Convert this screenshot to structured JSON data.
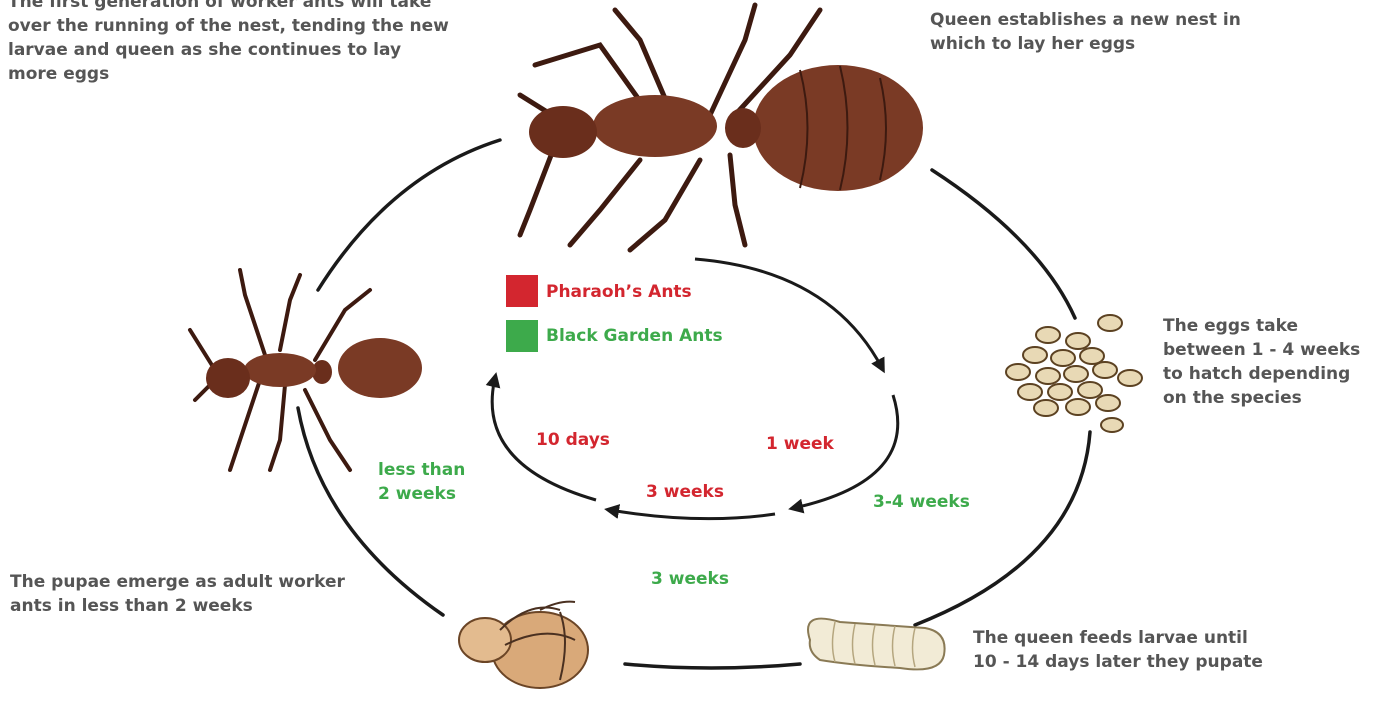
{
  "colors": {
    "pharaoh": "#d3262f",
    "garden": "#3daa4b",
    "caption": "#555555",
    "arrow": "#1a1a1a",
    "ant_body": "#7a3a25",
    "ant_dark": "#3d1a10",
    "egg": "#e8d9b5"
  },
  "captions": {
    "workers": "The first generation of worker ants will take\nover the running of the nest, tending the new\nlarvae and queen as she continues to lay\nmore eggs",
    "queen": "Queen establishes a new nest in\nwhich to lay her eggs",
    "eggs": "The eggs take\nbetween 1 - 4 weeks\nto hatch depending\non the species",
    "larvae": "The queen feeds larvae until\n10 - 14 days later they pupate",
    "pupae": "The pupae emerge as adult worker\nants in less than 2 weeks"
  },
  "legend": [
    {
      "label": "Pharaoh’s Ants",
      "color": "#d3262f"
    },
    {
      "label": "Black Garden Ants",
      "color": "#3daa4b"
    }
  ],
  "durations": {
    "pharaoh_10_days": "10 days",
    "pharaoh_1_week": "1 week",
    "pharaoh_3_weeks": "3 weeks",
    "garden_less_than_2_weeks": "less than\n2 weeks",
    "garden_3_4_weeks": "3-4 weeks",
    "garden_3_weeks": "3 weeks"
  },
  "icons": [
    "queen-ant-icon",
    "egg-cluster-icon",
    "larva-icon",
    "pupa-icon",
    "worker-ant-icon"
  ]
}
